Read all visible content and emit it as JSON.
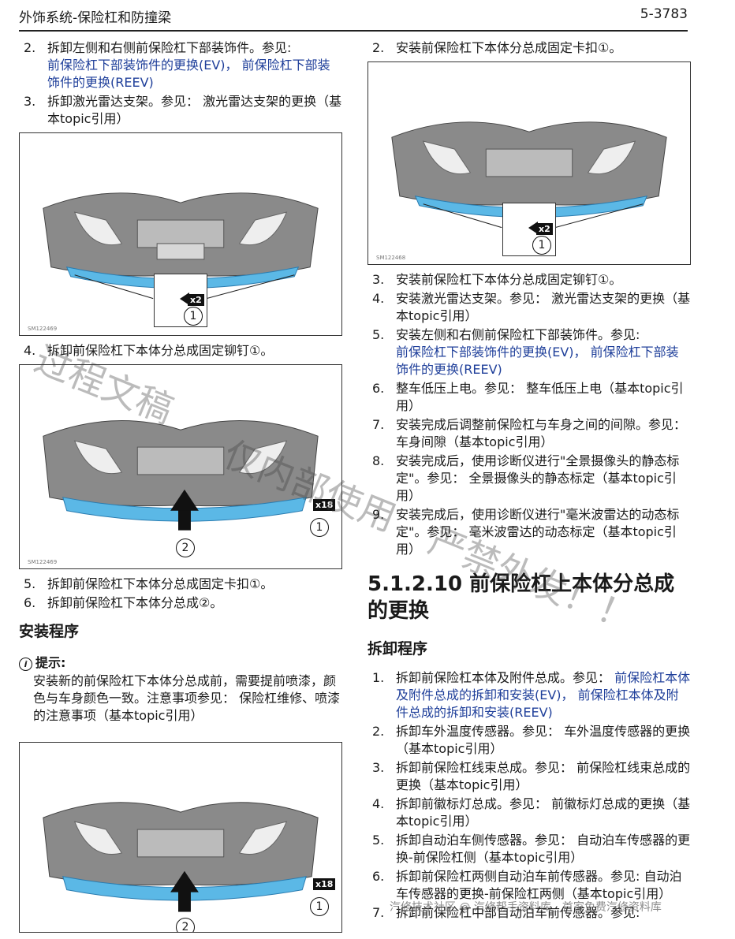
{
  "header": {
    "title": "外饰系统-保险杠和防撞梁",
    "page": "5-3783"
  },
  "left_col": {
    "steps_a": [
      {
        "num": "2.",
        "text": "拆卸左侧和右侧前保险杠下部装饰件。参见:",
        "link": "前保险杠下部装饰件的更换(EV)， 前保险杠下部装饰件的更换(REEV)"
      },
      {
        "num": "3.",
        "text": "拆卸激光雷达支架。参见： 激光雷达支架的更换（基本topic引用）"
      }
    ],
    "fig1": {
      "code": "SM122469",
      "badge": "x2",
      "num": "1"
    },
    "step4": {
      "num": "4.",
      "text": "拆卸前保险杠下本体分总成固定铆钉①。"
    },
    "fig2": {
      "code": "SM122469",
      "badge": "x18",
      "num1": "1",
      "num2": "2"
    },
    "steps_b": [
      {
        "num": "5.",
        "text": "拆卸前保险杠下本体分总成固定卡扣①。"
      },
      {
        "num": "6.",
        "text": "拆卸前保险杠下本体分总成②。"
      }
    ],
    "install_heading": "安装程序",
    "note_title": "提示:",
    "note_body": "安装新的前保险杠下本体分总成前，需要提前喷漆，颜色与车身颜色一致。注意事项参见： 保险杠维修、喷漆的注意事项（基本topic引用）",
    "fig3": {
      "badge": "x18",
      "num1": "1",
      "num2": "2"
    }
  },
  "right_col": {
    "step2": {
      "num": "2.",
      "text": "安装前保险杠下本体分总成固定卡扣①。"
    },
    "fig4": {
      "code": "SM122468",
      "badge": "x2",
      "num": "1"
    },
    "steps": [
      {
        "num": "3.",
        "text": "安装前保险杠下本体分总成固定铆钉①。"
      },
      {
        "num": "4.",
        "text": "安装激光雷达支架。参见： 激光雷达支架的更换（基本topic引用）"
      },
      {
        "num": "5.",
        "text": "安装左侧和右侧前保险杠下部装饰件。参见:",
        "link": "前保险杠下部装饰件的更换(EV)， 前保险杠下部装饰件的更换(REEV)"
      },
      {
        "num": "6.",
        "text": "整车低压上电。参见： 整车低压上电（基本topic引用）"
      },
      {
        "num": "7.",
        "text": "安装完成后调整前保险杠与车身之间的间隙。参见： 车身间隙（基本topic引用）"
      },
      {
        "num": "8.",
        "text": "安装完成后，使用诊断仪进行\"全景摄像头的静态标定\"。参见： 全景摄像头的静态标定（基本topic引用）"
      },
      {
        "num": "9.",
        "text": "安装完成后，使用诊断仪进行\"毫米波雷达的动态标定\"。参见： 毫米波雷达的动态标定（基本topic引用）"
      }
    ],
    "section_title": "5.1.2.10 前保险杠上本体分总成的更换",
    "remove_heading": "拆卸程序",
    "remove_steps": [
      {
        "num": "1.",
        "text": "拆卸前保险杠本体及附件总成。参见：",
        "link": "前保险杠本体及附件总成的拆卸和安装(EV)， 前保险杠本体及附件总成的拆卸和安装(REEV)"
      },
      {
        "num": "2.",
        "text": "拆卸车外温度传感器。参见： 车外温度传感器的更换（基本topic引用）"
      },
      {
        "num": "3.",
        "text": "拆卸前保险杠线束总成。参见： 前保险杠线束总成的更换（基本topic引用）"
      },
      {
        "num": "4.",
        "text": "拆卸前徽标灯总成。参见： 前徽标灯总成的更换（基本topic引用）"
      },
      {
        "num": "5.",
        "text": "拆卸自动泊车侧传感器。参见： 自动泊车传感器的更换-前保险杠侧（基本topic引用）"
      },
      {
        "num": "6.",
        "text": "拆卸前保险杠两侧自动泊车前传感器。参见: 自动泊车传感器的更换-前保险杠两侧（基本topic引用）"
      },
      {
        "num": "7.",
        "text": "拆卸前保险杠中部自动泊车前传感器。参见:"
      }
    ]
  },
  "watermarks": {
    "w1": "过程文稿",
    "w2": "仅内部使用",
    "w3": "严禁外发！！"
  },
  "footer_watermark": "汽修技术社区 @ 汽修帮手资料库＿首家免费汽修资料库"
}
